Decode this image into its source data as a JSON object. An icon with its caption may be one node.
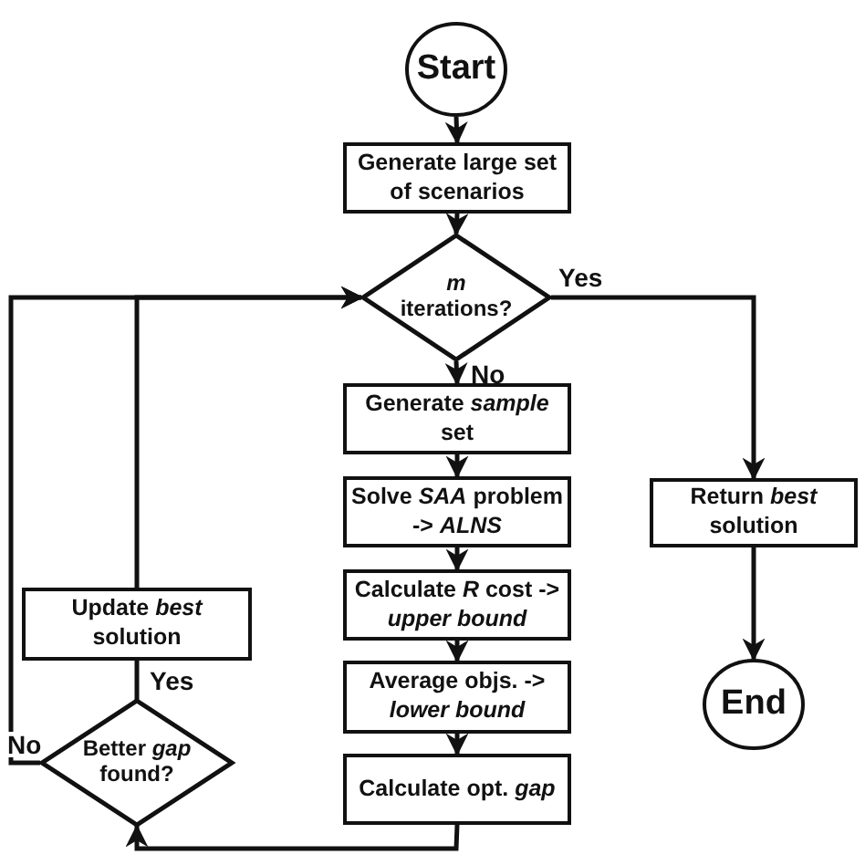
{
  "diagram": {
    "nodes": [
      {
        "text": [
          "Start"
        ]
      },
      {
        "text": [
          "Generate large set of scenarios"
        ]
      },
      {
        "text": [
          "*m* iterations?"
        ]
      },
      {
        "text": [
          "Generate *sample* set"
        ]
      },
      {
        "text": [
          "Solve *SAA* problem -> *ALNS*"
        ]
      },
      {
        "text": [
          "Calculate *R* cost -> *upper bound*"
        ]
      },
      {
        "text": [
          "Average objs. -> *lower bound*"
        ]
      },
      {
        "text": [
          "Calculate opt. *gap*"
        ]
      },
      {
        "text": [
          "Better *gap* found?"
        ]
      },
      {
        "text": [
          "Update *best* solution"
        ]
      },
      {
        "text": [
          "Return *best* solution"
        ]
      },
      {
        "text": [
          "End"
        ]
      }
    ],
    "edges": [
      {
        "from": 0,
        "to": 1,
        "arrow": "to"
      },
      {
        "from": 1,
        "to": 2,
        "arrow": "to"
      },
      {
        "from": 2,
        "to": 3,
        "arrow": "to",
        "label": "No"
      },
      {
        "from": 2,
        "to": 10,
        "arrow": "to",
        "label": "Yes"
      },
      {
        "from": 3,
        "to": 4,
        "arrow": "to"
      },
      {
        "from": 4,
        "to": 5,
        "arrow": "to"
      },
      {
        "from": 5,
        "to": 6,
        "arrow": "to"
      },
      {
        "from": 6,
        "to": 7,
        "arrow": "to"
      },
      {
        "from": 7,
        "to": 8,
        "arrow": "to"
      },
      {
        "from": 8,
        "to": 9,
        "arrow": "to",
        "label": "Yes"
      },
      {
        "from": 9,
        "to": 2,
        "arrow": "to"
      },
      {
        "from": 8,
        "to": 2,
        "arrow": "to",
        "label": "No"
      },
      {
        "from": 10,
        "to": 11,
        "arrow": "to"
      }
    ]
  }
}
